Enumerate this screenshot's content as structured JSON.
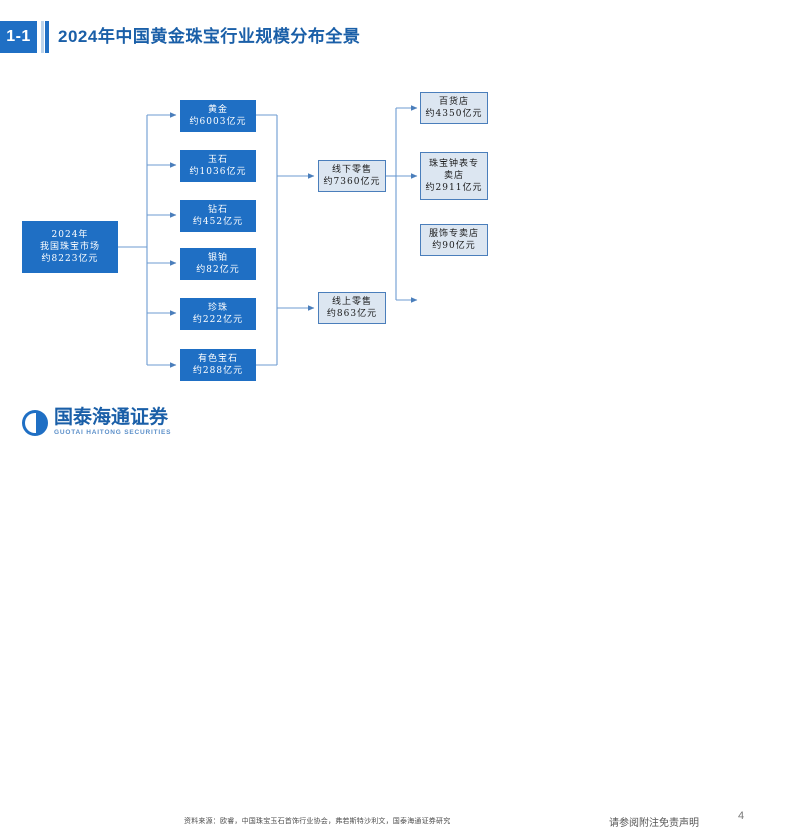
{
  "header": {
    "badge": "1-1",
    "title": "2024年中国黄金珠宝行业规模分布全景",
    "accent": "#1f6fc4",
    "title_color": "#1a5fa8"
  },
  "diagram": {
    "source": {
      "name": "market-total",
      "text": "2024年\n我国珠宝市场\n约8223亿元",
      "style": "dark"
    },
    "categories": [
      {
        "name": "gold",
        "text": "黄金\n约6003亿元",
        "style": "dark"
      },
      {
        "name": "jade",
        "text": "玉石\n约1036亿元",
        "style": "dark"
      },
      {
        "name": "diamond",
        "text": "钻石\n约452亿元",
        "style": "dark"
      },
      {
        "name": "silver-platinum",
        "text": "银铂\n约82亿元",
        "style": "dark"
      },
      {
        "name": "pearl",
        "text": "珍珠\n约222亿元",
        "style": "dark"
      },
      {
        "name": "colored-gem",
        "text": "有色宝石\n约288亿元",
        "style": "dark"
      }
    ],
    "channels": [
      {
        "name": "offline-retail",
        "text": "线下零售\n约7360亿元",
        "style": "light"
      },
      {
        "name": "online-retail",
        "text": "线上零售\n约863亿元",
        "style": "light"
      }
    ],
    "outlets": [
      {
        "name": "department-store",
        "text": "百货店\n约4350亿元",
        "style": "light"
      },
      {
        "name": "jewelry-watch-store",
        "text": "珠宝钟表专\n卖店\n约2911亿元",
        "style": "light"
      },
      {
        "name": "apparel-store",
        "text": "服饰专卖店\n约90亿元",
        "style": "light"
      }
    ],
    "colors": {
      "node_dark_bg": "#1f6fc4",
      "node_light_bg": "#dce6f1",
      "node_light_border": "#4a7ebb",
      "wire": "#4a7ebb"
    }
  },
  "footer": {
    "logo_cn": "国泰海通证券",
    "logo_en": "GUOTAI HAITONG SECURITIES",
    "source_note": "资料来源：欧睿，中国珠宝玉石首饰行业协会，弗若斯特沙利文，国泰海通证券研究",
    "disclaimer": "请参阅附注免责声明",
    "page_number": "4"
  }
}
